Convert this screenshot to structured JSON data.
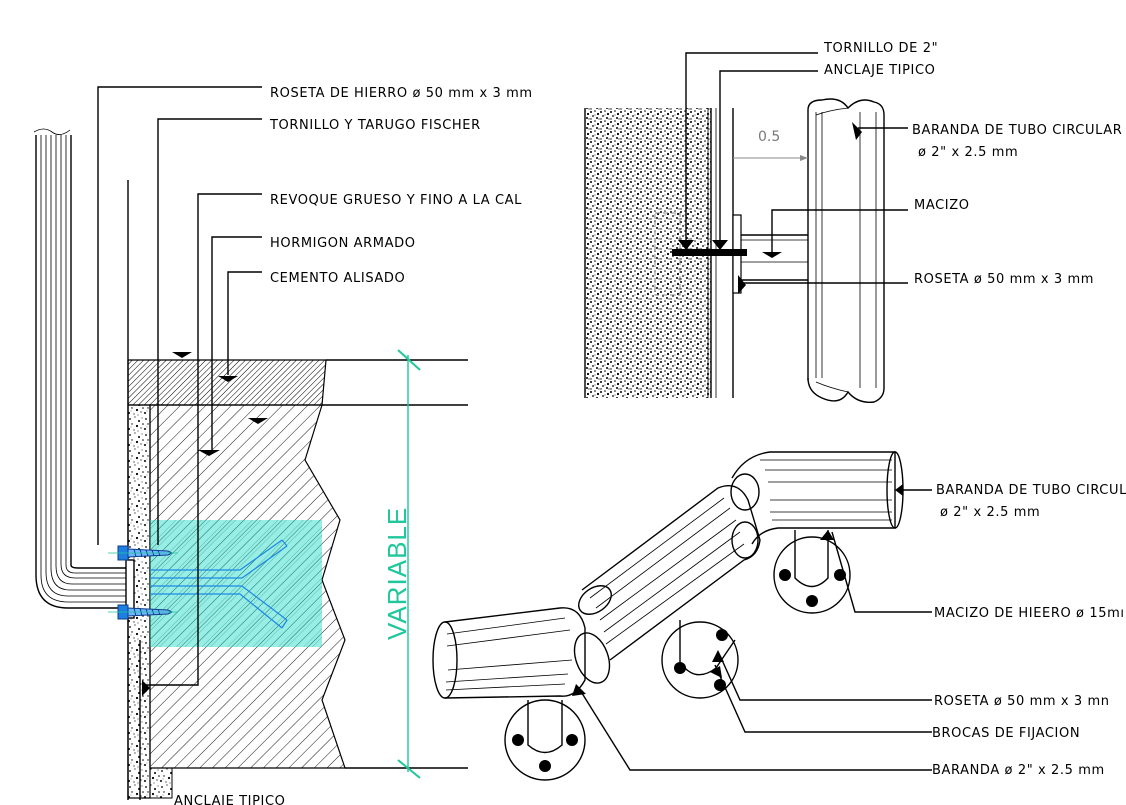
{
  "left_detail": {
    "labels": {
      "roseta_hierro": "ROSETA DE HIERRO ø 50 mm x 3 mm",
      "tornillo_tarugo": "TORNILLO Y TARUGO FISCHER",
      "revoque": "REVOQUE GRUESO Y FINO A LA CAL",
      "hormigon": "HORMIGON ARMADO",
      "cemento": "CEMENTO ALISADO",
      "anclaje": "ANCLAJE TIPICO"
    },
    "dimension_label": "VARIABLE",
    "colors": {
      "dimension": "#1fc79a",
      "anchor_fill": "#1fd6c3",
      "screw": "#1e7fe0"
    }
  },
  "top_right_detail": {
    "labels": {
      "tornillo": "TORNILLO DE 2\"",
      "anclaje": "ANCLAJE TIPICO",
      "baranda_line1": "BARANDA DE TUBO CIRCULAR",
      "baranda_line2": "ø 2\" x 2.5 mm",
      "macizo": "MACIZO",
      "roseta": "ROSETA ø 50 mm x 3 mm"
    },
    "dimension_value": "0.5"
  },
  "bottom_right_detail": {
    "labels": {
      "baranda_line1": "BARANDA DE TUBO CIRCULA",
      "baranda_line2": "ø 2\" x 2.5 mm",
      "macizo": "MACIZO DE HIEERO ø 15mı",
      "roseta": "ROSETA ø 50 mm x 3 mn",
      "brocas": "BROCAS DE FIJACION",
      "baranda_small": "BARANDA ø 2\" x 2.5 mm"
    }
  }
}
